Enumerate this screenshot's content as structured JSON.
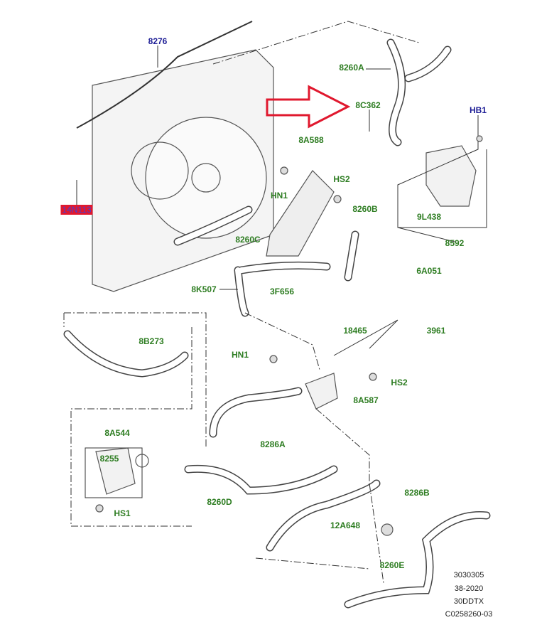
{
  "labels": {
    "l8276": "8276",
    "l14N113": "14N113",
    "l8260A": "8260A",
    "l8C362": "8C362",
    "lHB1": "HB1",
    "l8A588": "8A588",
    "lHN1a": "HN1",
    "lHS2a": "HS2",
    "l8260B": "8260B",
    "l9L438": "9L438",
    "l8592": "8592",
    "l8260C": "8260C",
    "l8K507": "8K507",
    "l6A051": "6A051",
    "l3F656": "3F656",
    "l18465": "18465",
    "l3961": "3961",
    "l8B273": "8B273",
    "lHN1b": "HN1",
    "lHS2b": "HS2",
    "l8A587": "8A587",
    "l8A544": "8A544",
    "l8255": "8255",
    "l8286A": "8286A",
    "lHS1": "HS1",
    "l8260D": "8260D",
    "l8286B": "8286B",
    "l12A648": "12A648",
    "l8260E": "8260E"
  },
  "reference_codes": [
    "3030305",
    "38-2020",
    "30DDTX",
    "C0258260-03"
  ],
  "colors": {
    "part_label": "#2e7d22",
    "fixing_label": "#1e1e96",
    "highlight": "#e0182e",
    "pointer_arrow": "#e0182e"
  }
}
